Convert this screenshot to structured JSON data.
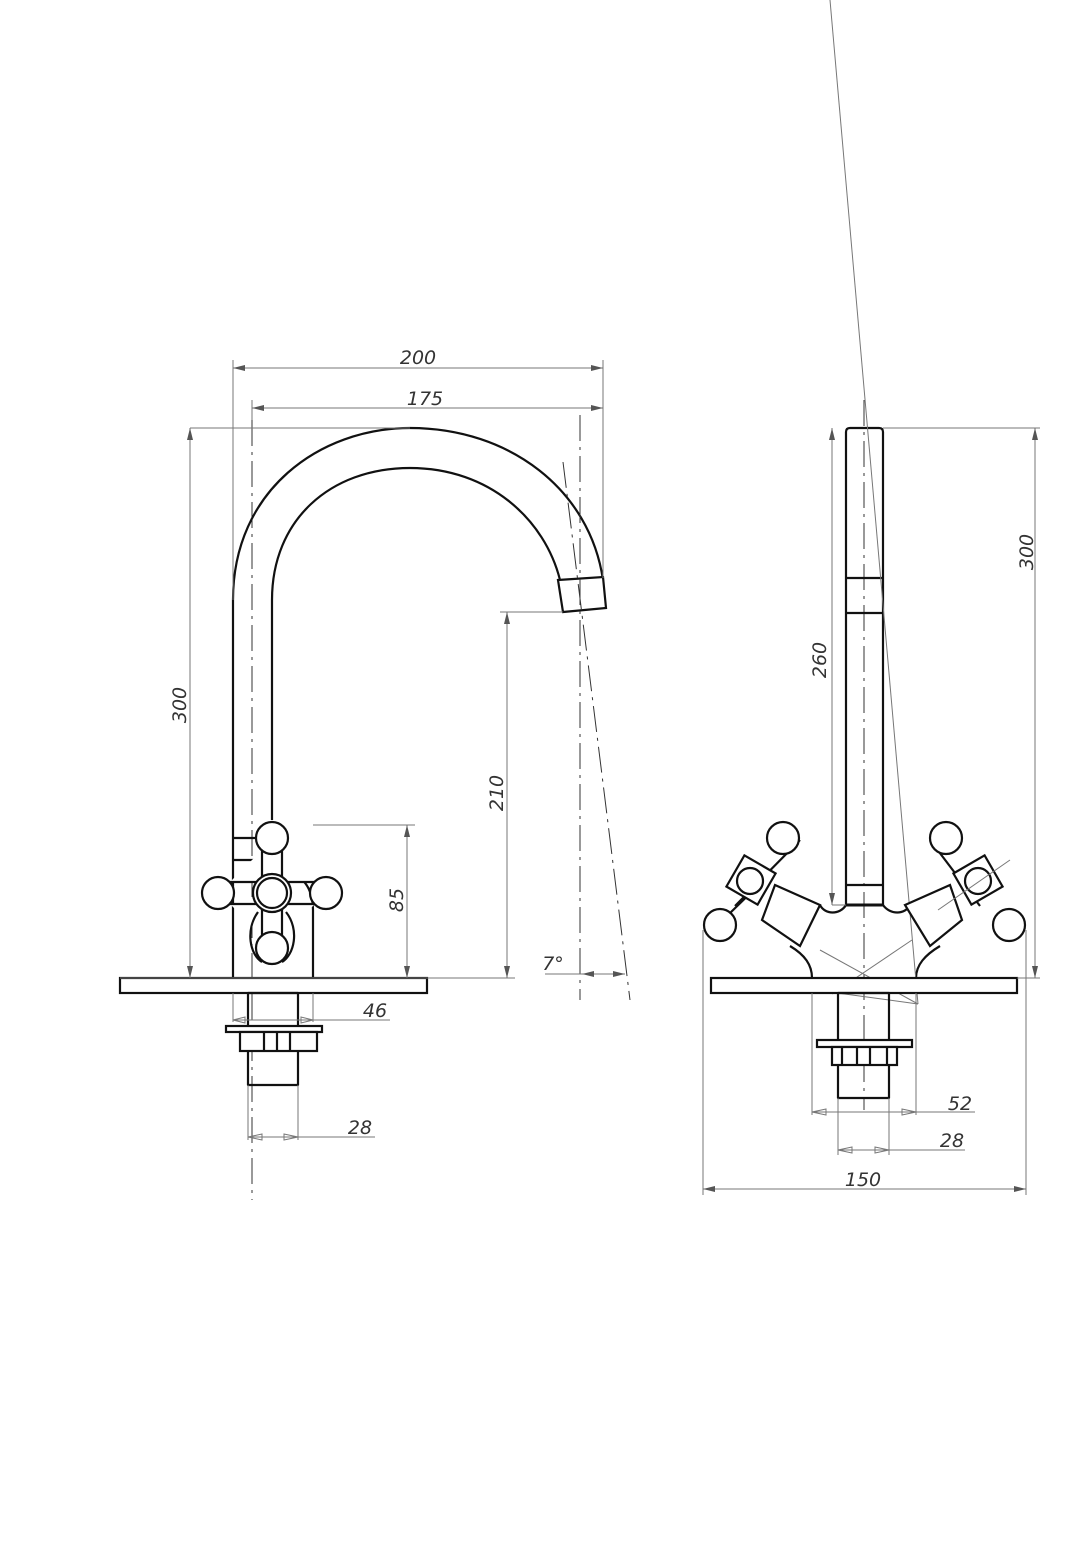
{
  "side_view": {
    "dim_overall_reach": "200",
    "dim_spout_reach": "175",
    "dim_height": "300",
    "dim_spout_clearance": "210",
    "dim_handle_height": "85",
    "dim_body_width": "46",
    "dim_shank_diameter": "28",
    "dim_angle": "7°"
  },
  "front_view": {
    "dim_height": "300",
    "dim_pipe_height": "260",
    "dim_body_width": "52",
    "dim_shank_diameter": "28",
    "dim_overall_width": "150"
  }
}
